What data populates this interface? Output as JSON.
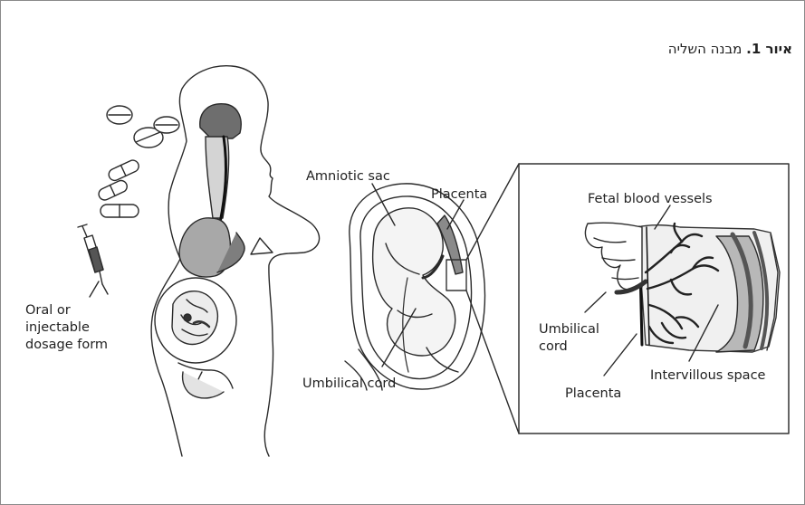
{
  "figure": {
    "caption_bold": "איור 1.",
    "caption_text": " מבנה השליה",
    "labels": {
      "oral_line1": "Oral or",
      "oral_line2": "injectable",
      "oral_line3": "dosage form",
      "amniotic_sac": "Amniotic sac",
      "placenta_top": "Placenta",
      "umbilical_cord_center": "Umbilical cord",
      "fetal_blood_vessels": "Fetal blood vessels",
      "umbilical_line1": "Umbilical",
      "umbilical_line2": "cord",
      "placenta_bottom": "Placenta",
      "intervillous_space": "Intervillous space"
    }
  }
}
